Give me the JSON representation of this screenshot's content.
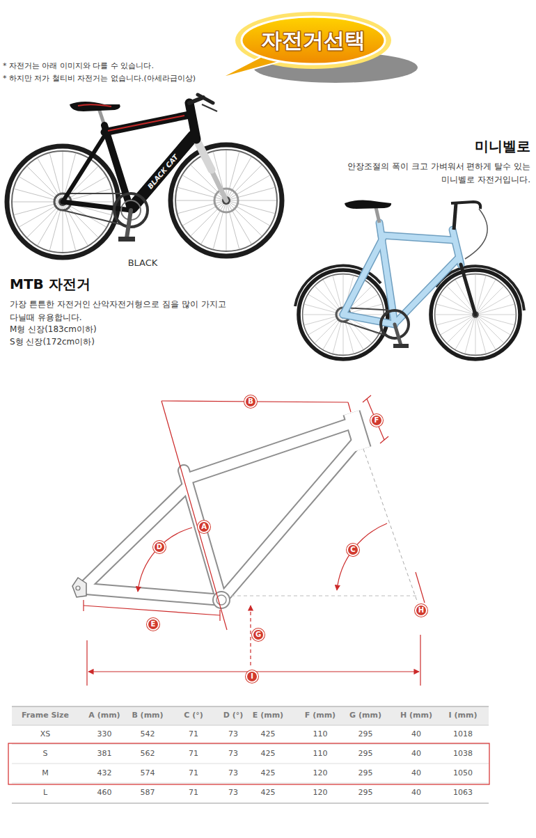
{
  "diagram": {
    "nodes": [
      {
        "text": [
          "자전거선택"
        ]
      },
      {
        "text": [
          "B"
        ]
      },
      {
        "text": [
          "F"
        ]
      },
      {
        "text": [
          "A"
        ]
      },
      {
        "text": [
          "C"
        ]
      },
      {
        "text": [
          "D"
        ]
      },
      {
        "text": [
          "H"
        ]
      },
      {
        "text": [
          "E"
        ]
      },
      {
        "text": [
          "G"
        ]
      },
      {
        "text": [
          "I"
        ]
      }
    ],
    "labels": [
      "* 자전거는 아래 이미지와 다를 수 있습니다.",
      "* 하지만 저가 철티비 자전거는 없습니다.(아세라급이상)",
      "미니벨로",
      "안장조절의 폭이 크고 가벼워서 편하게 탈수 있는 미니벨로 자전거입니다.",
      "BLACK CAT",
      "BLACK",
      "MTB 자전거",
      "가장 튼튼한 자전거인 산악자전거형으로 짐을 많이 가지고 다닐때 유용합니다.",
      "M형 신장(183cm이하)",
      "S형 신장(172cm이하)",
      "Frame Size",
      "A (mm)",
      "B (mm)",
      "C (°)",
      "D (°)",
      "E (mm)",
      "F (mm)",
      "G (mm)",
      "H (mm)",
      "I (mm)",
      "XS",
      "330",
      "542",
      "71",
      "73",
      "425",
      "110",
      "295",
      "40",
      "1018",
      "S",
      "381",
      "562",
      "71",
      "73",
      "425",
      "110",
      "295",
      "40",
      "1038",
      "M",
      "432",
      "574",
      "71",
      "73",
      "425",
      "120",
      "295",
      "40",
      "1050",
      "L",
      "460",
      "587",
      "71",
      "73",
      "425",
      "120",
      "295",
      "40",
      "1063"
    ]
  }
}
